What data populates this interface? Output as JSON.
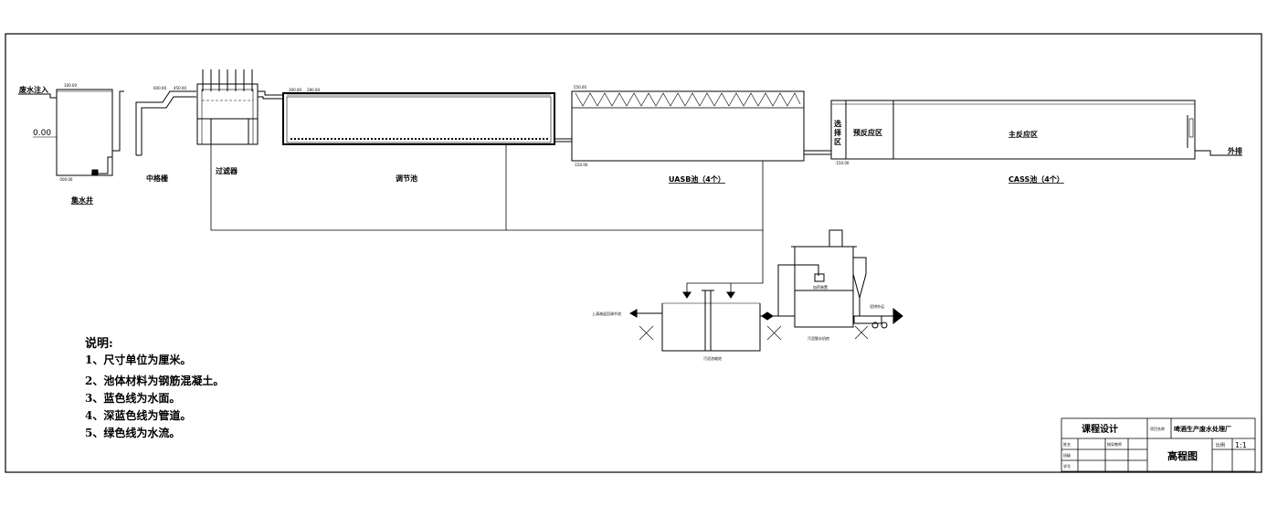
{
  "labels": {
    "inflow": "废水注入",
    "datum": "0.00",
    "sump": "集水井",
    "screen": "中格栅",
    "filter": "过滤器",
    "equalization": "调节池",
    "uasb": "UASB池（4个）",
    "selector": "选择区",
    "pre_reaction": "预反应区",
    "main_reaction": "主反应区",
    "cass": "CASS池（4个）",
    "outflow": "外排",
    "sludge_thickener": "污泥浓缩池",
    "sludge_dewater": "污泥脱水机房",
    "supernatant": "上清液返回调节池",
    "cake": "泥饼外运",
    "chemical": "加药装置"
  },
  "elevations": {
    "sump_top": "100.00",
    "sump_bottom": "-500.00",
    "screen_top": "600.00",
    "screen_mid": "450.00",
    "eq_left": "300.00",
    "eq_right": "280.00",
    "uasb_top": "550.00",
    "uasb_bottom": "-150.00",
    "cass_bottom": "-150.00"
  },
  "notes": {
    "title": "说明:",
    "items": [
      "1、尺寸单位为厘米。",
      "2、池体材料为钢筋混凝土。",
      "3、蓝色线为水面。",
      "4、深蓝色线为管道。",
      "5、绿色线为水流。"
    ]
  },
  "title_block": {
    "course": "课程设计",
    "project_label": "项目名称",
    "project": "啤酒生产废水处理厂",
    "drawing": "高程图",
    "scale_label": "比例",
    "scale": "1:1",
    "rows": [
      "姓名",
      "班级",
      "学号"
    ],
    "student_id_label": "指导教师"
  },
  "colors": {
    "line": "#000000",
    "background": "#ffffff"
  }
}
